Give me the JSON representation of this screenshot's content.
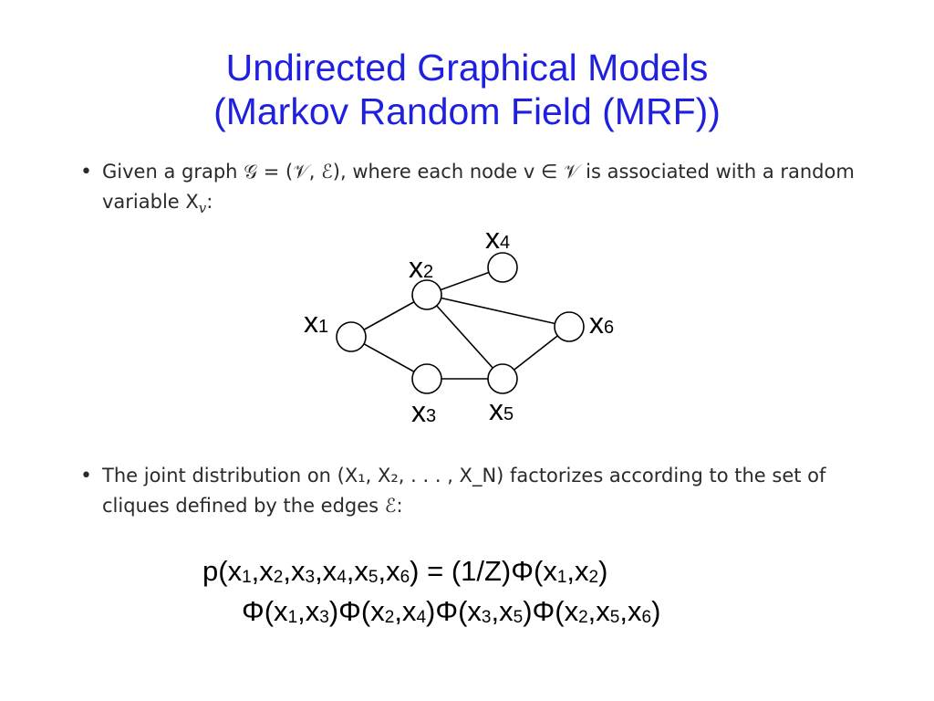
{
  "title": {
    "line1": "Undirected Graphical Models",
    "line2": "(Markov Random Field (MRF))"
  },
  "bullet1": {
    "bullet": "•",
    "text": "Given a graph 𝒢 = (𝒱, ℰ), where each node v ∈ 𝒱 is associated with a random variable X",
    "var_sub": "v",
    "suffix": ":"
  },
  "bullet2": {
    "bullet": "•",
    "text": "The joint distribution on (X₁, X₂, . . . , X_N) factorizes according to the set of cliques defined by the edges ℰ:"
  },
  "graph": {
    "nodes": [
      {
        "id": "x1",
        "base": "x",
        "sub": "1"
      },
      {
        "id": "x2",
        "base": "x",
        "sub": "2"
      },
      {
        "id": "x3",
        "base": "x",
        "sub": "3"
      },
      {
        "id": "x4",
        "base": "x",
        "sub": "4"
      },
      {
        "id": "x5",
        "base": "x",
        "sub": "5"
      },
      {
        "id": "x6",
        "base": "x",
        "sub": "6"
      }
    ],
    "edges": [
      [
        "x1",
        "x2"
      ],
      [
        "x1",
        "x3"
      ],
      [
        "x2",
        "x4"
      ],
      [
        "x2",
        "x5"
      ],
      [
        "x2",
        "x6"
      ],
      [
        "x3",
        "x5"
      ],
      [
        "x5",
        "x6"
      ]
    ]
  },
  "formula": {
    "line1": "p(x1,x2,x3,x4,x5,x6) = (1/Z)Φ(x1,x2)",
    "line2": "Φ(x1,x3)Φ(x2,x4)Φ(x3,x5)Φ(x2,x5,x6)"
  }
}
